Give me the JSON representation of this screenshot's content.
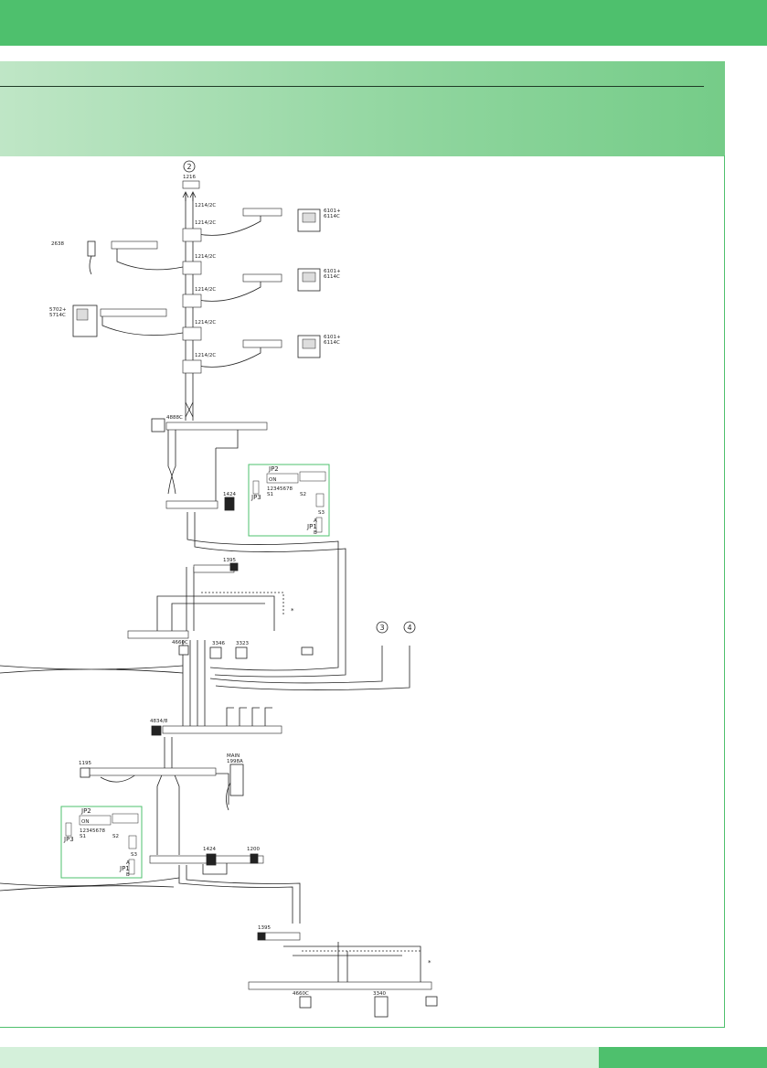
{
  "page": {
    "accent": "#4ec06d",
    "header_gradient_start": "#bfe6c6",
    "footer_light": "#d4f0da"
  },
  "diagram": {
    "refs": {
      "r2": "2",
      "r3": "3",
      "r4": "4"
    },
    "labels": {
      "top_code": "1216",
      "riser1": "1214/2C",
      "riser2": "1214/2C",
      "riser3": "1214/2C",
      "riser4": "1214/2C",
      "riser5": "1214/2C",
      "riser6": "1214/2C",
      "monitor1": "6101+\n6114C",
      "monitor2": "6101+\n6114C",
      "monitor3": "6101+\n6114C",
      "handset": "2638",
      "monitor_handset": "5702+\n5714C",
      "switcher": "4888C",
      "psu1": "1424",
      "jp2_a": "JP2",
      "jp3_a": "JP3",
      "jp1_a": "JP1",
      "on_a": "ON",
      "s1_a": "S1",
      "s2_a": "S2",
      "s3_a": "S3",
      "a_a": "A",
      "b_a": "B",
      "dip_nums_a": "12345678",
      "relay1": "1395",
      "panel1": "4660C",
      "mod1": "3346",
      "mod2": "3323",
      "distributor": "4834/8",
      "relay2": "1195",
      "main_label": "MAIN\n1998A",
      "jp2_b": "JP2",
      "jp3_b": "JP3",
      "jp1_b": "JP1",
      "on_b": "ON",
      "s1_b": "S1",
      "s2_b": "S2",
      "s3_b": "S3",
      "a_b": "A",
      "b_b": "B",
      "dip_nums_b": "12345678",
      "psu2": "1424",
      "transformer": "1200",
      "relay3": "1395",
      "panel2": "4660C",
      "mod3": "3340",
      "star": "*"
    }
  }
}
